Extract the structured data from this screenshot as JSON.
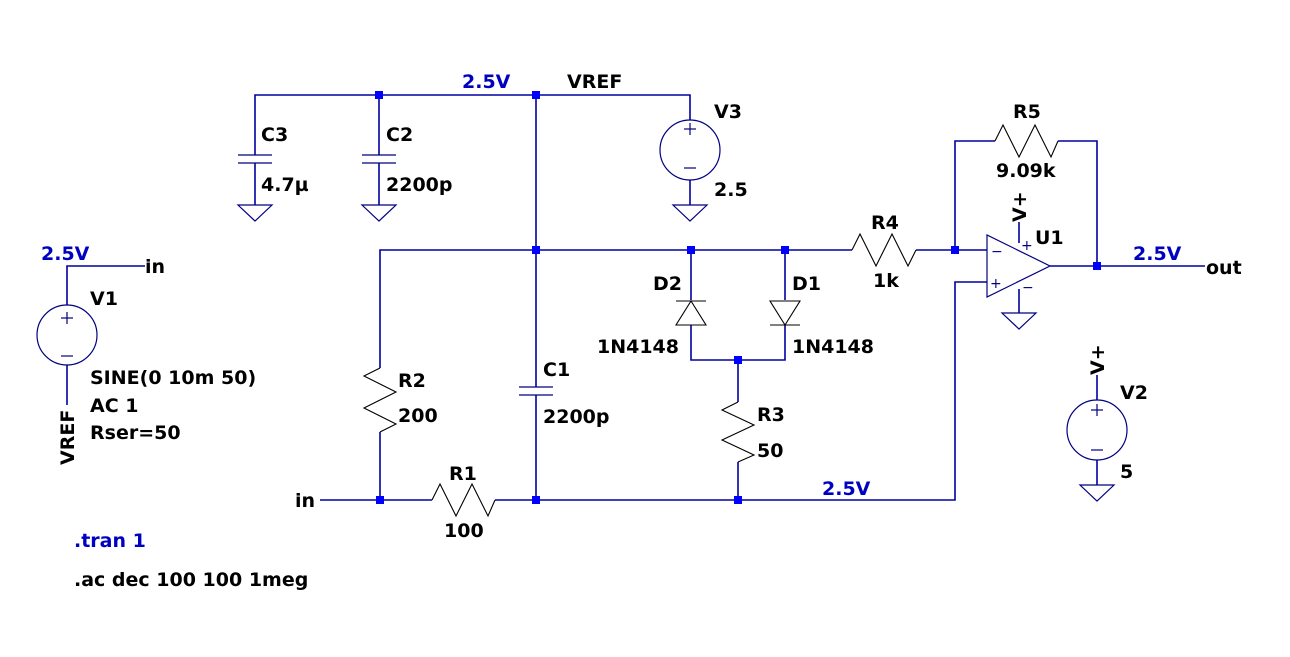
{
  "colors": {
    "background": "#ffffff",
    "wire": "#0000a0",
    "junction": "#0000ff",
    "net_label": "#0000c0",
    "component_text": "#000000"
  },
  "net_labels": {
    "top_rail": "2.5V",
    "vref_flag": "VREF",
    "v1_node": "2.5V",
    "v1_in_flag": "in",
    "v1_vref_flag": "VREF",
    "in_flag": "in",
    "bottom_node": "2.5V",
    "out_node": "2.5V",
    "out_flag": "out",
    "u1_supply_flag": "V+",
    "v2_supply_flag": "V+"
  },
  "components": {
    "C3": {
      "name": "C3",
      "value": "4.7µ"
    },
    "C2": {
      "name": "C2",
      "value": "2200p"
    },
    "C1": {
      "name": "C1",
      "value": "2200p"
    },
    "V3": {
      "name": "V3",
      "value": "2.5"
    },
    "V1": {
      "name": "V1",
      "value_lines": [
        "SINE(0 10m 50)",
        "AC 1",
        "Rser=50"
      ]
    },
    "V2": {
      "name": "V2",
      "value": "5"
    },
    "R1": {
      "name": "R1",
      "value": "100"
    },
    "R2": {
      "name": "R2",
      "value": "200"
    },
    "R3": {
      "name": "R3",
      "value": "50"
    },
    "R4": {
      "name": "R4",
      "value": "1k"
    },
    "R5": {
      "name": "R5",
      "value": "9.09k"
    },
    "D1": {
      "name": "D1",
      "value": "1N4148"
    },
    "D2": {
      "name": "D2",
      "value": "1N4148"
    },
    "U1": {
      "name": "U1"
    }
  },
  "directives": {
    "tran": ".tran 1",
    "ac": ".ac dec 100 100 1meg"
  },
  "pin_marks": {
    "plus": "+",
    "minus": "−"
  }
}
